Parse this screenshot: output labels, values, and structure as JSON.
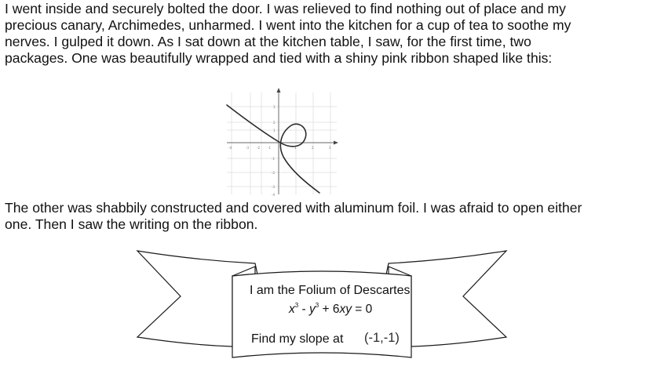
{
  "story": {
    "paragraph1_lines": [
      "I went inside and securely bolted the door. I was relieved to find nothing out of place and my",
      "precious canary, Archimedes, unharmed. I went into the kitchen for a cup of tea to soothe my",
      "nerves. I gulped it down. As I sat down at the kitchen table, I saw, for the first time, two",
      "packages. One was beautifully wrapped and tied with a shiny pink ribbon shaped like this:"
    ],
    "paragraph2_lines": [
      "The other was shabbily constructed and covered with aluminum foil. I was afraid to open either",
      "one. Then I saw the writing on the ribbon."
    ]
  },
  "graph": {
    "x_ticks": [
      "-4",
      "-3",
      "-2",
      "-1",
      "1",
      "2",
      "3"
    ],
    "y_ticks": [
      "3",
      "2",
      "1",
      "-1",
      "-2",
      "-3",
      "-4"
    ]
  },
  "ribbon": {
    "line1": "I am the Folium of Descartes",
    "equation": {
      "x": "x",
      "exp1": "3",
      "minus": " - ",
      "y": "y",
      "exp2": "3",
      "plus": " + 6",
      "xy": "xy",
      "rest": " = 0"
    },
    "find_label": "Find my slope at",
    "point": "(-1,-1)"
  }
}
